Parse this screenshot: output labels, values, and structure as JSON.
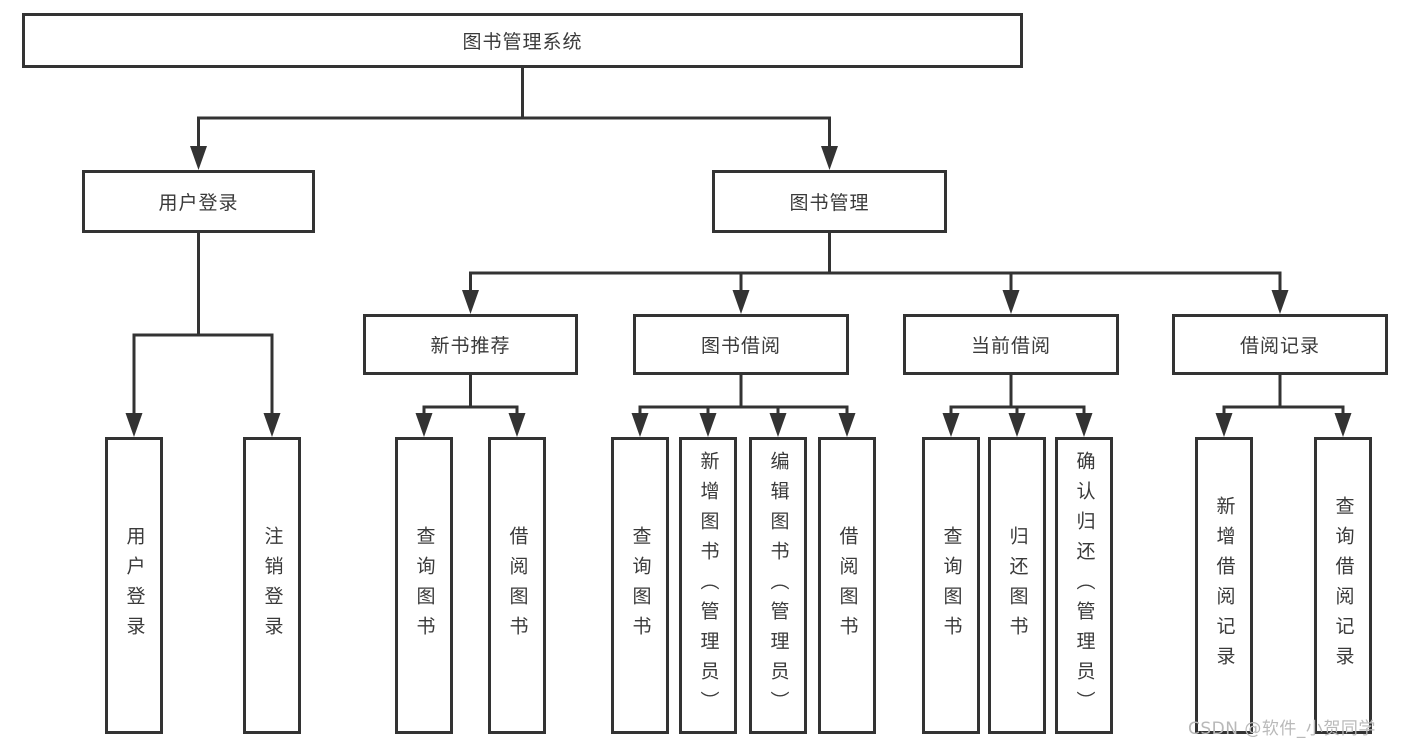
{
  "watermark": "CSDN @软件_小贺同学",
  "colors": {
    "line": "#333333",
    "border": "#333333",
    "text": "#3a3a3a",
    "background": "#ffffff",
    "watermark": "#b9b9b9"
  },
  "diagram": {
    "type": "tree",
    "root": {
      "label": "图书管理系统",
      "children": [
        {
          "label": "用户登录",
          "children": [
            {
              "label": "用户登录"
            },
            {
              "label": "注销登录"
            }
          ]
        },
        {
          "label": "图书管理",
          "children": [
            {
              "label": "新书推荐",
              "children": [
                {
                  "label": "查询图书"
                },
                {
                  "label": "借阅图书"
                }
              ]
            },
            {
              "label": "图书借阅",
              "children": [
                {
                  "label": "查询图书"
                },
                {
                  "label": "新增图书（管理员）"
                },
                {
                  "label": "编辑图书（管理员）"
                },
                {
                  "label": "借阅图书"
                }
              ]
            },
            {
              "label": "当前借阅",
              "children": [
                {
                  "label": "查询图书"
                },
                {
                  "label": "归还图书"
                },
                {
                  "label": "确认归还（管理员）"
                }
              ]
            },
            {
              "label": "借阅记录",
              "children": [
                {
                  "label": "新增借阅记录"
                },
                {
                  "label": "查询借阅记录"
                }
              ]
            }
          ]
        }
      ]
    }
  }
}
